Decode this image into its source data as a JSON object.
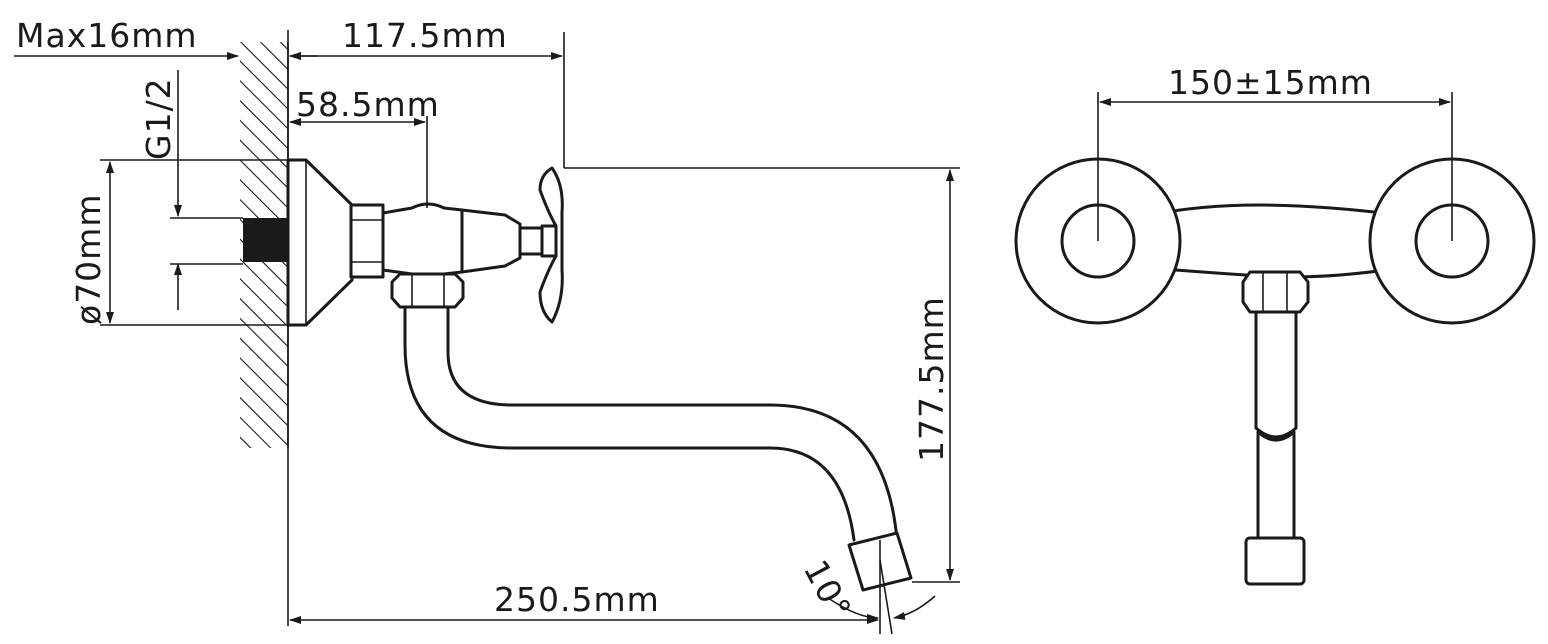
{
  "side_view": {
    "wall_thickness_label": "Max16mm",
    "handle_offset_label": "117.5mm",
    "valve_offset_label": "58.5mm",
    "thread_label": "G1/2",
    "flange_diameter_label": "ø70mm",
    "spout_height_label": "177.5mm",
    "spout_reach_label": "250.5mm",
    "spout_angle_label": "10°"
  },
  "front_view": {
    "center_distance_label": "150±15mm"
  },
  "colors": {
    "line": "#1a1a1a",
    "background": "#ffffff"
  }
}
